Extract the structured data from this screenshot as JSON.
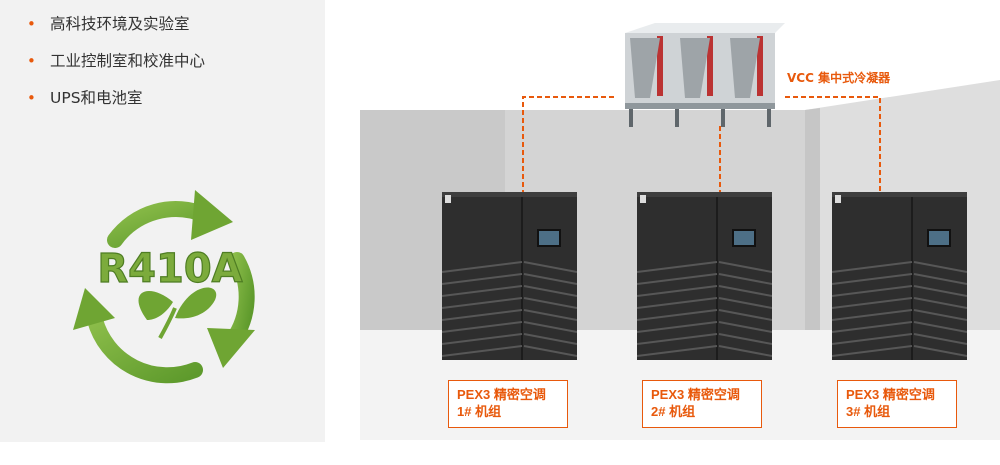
{
  "applications": [
    "高科技环境及实验室",
    "工业控制室和校准中心",
    "UPS和电池室"
  ],
  "bullet_symbol": "•",
  "refrigerant_logo": {
    "text": "R410A",
    "icon": "recycle-leaf-icon",
    "color": "#7cab3c"
  },
  "condenser": {
    "label": "VCC 集中式冷凝器",
    "icon": "condenser-unit-icon"
  },
  "units": [
    {
      "name": "PEX3 精密空调",
      "number": "1# 机组"
    },
    {
      "name": "PEX3 精密空调",
      "number": "2# 机组"
    },
    {
      "name": "PEX3 精密空调",
      "number": "3# 机组"
    }
  ],
  "colors": {
    "accent": "#e8590c",
    "panel_bg": "#f2f2f2",
    "wall": "#d4d4d4",
    "unit_body": "#2e2e2e"
  }
}
